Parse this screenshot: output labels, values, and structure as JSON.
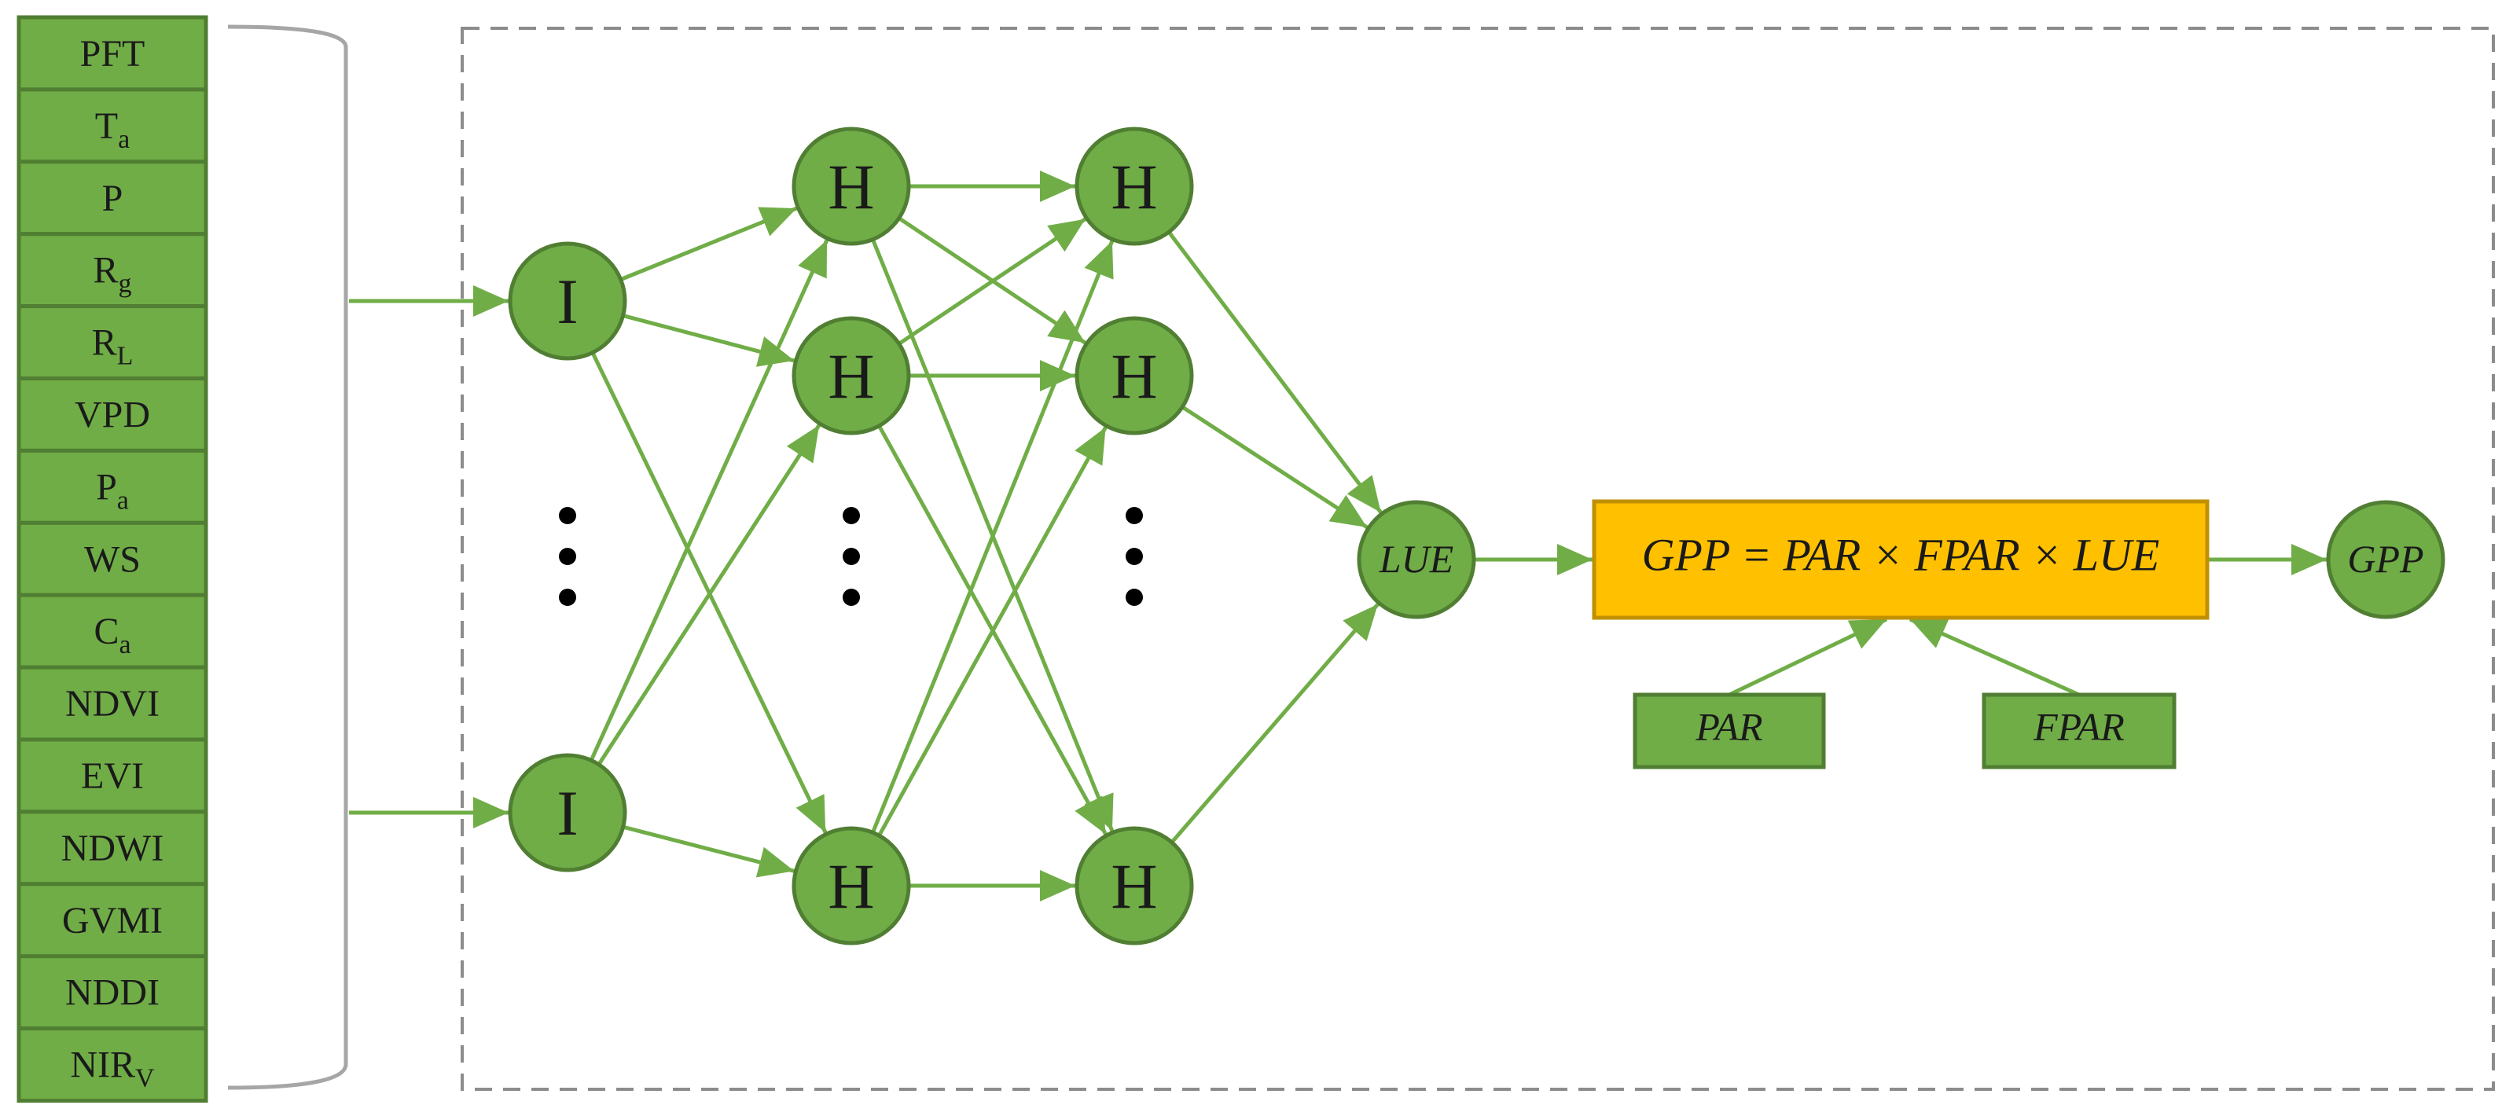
{
  "inputs": [
    {
      "base": "PFT",
      "sub": ""
    },
    {
      "base": "T",
      "sub": "a"
    },
    {
      "base": "P",
      "sub": ""
    },
    {
      "base": "R",
      "sub": "g"
    },
    {
      "base": "R",
      "sub": "L"
    },
    {
      "base": "VPD",
      "sub": ""
    },
    {
      "base": "P",
      "sub": "a"
    },
    {
      "base": "WS",
      "sub": ""
    },
    {
      "base": "C",
      "sub": "a"
    },
    {
      "base": "NDVI",
      "sub": ""
    },
    {
      "base": "EVI",
      "sub": ""
    },
    {
      "base": "NDWI",
      "sub": ""
    },
    {
      "base": "GVMI",
      "sub": ""
    },
    {
      "base": "NDDI",
      "sub": ""
    },
    {
      "base": "NIR",
      "sub": "V"
    }
  ],
  "nodes": {
    "input_label": "I",
    "hidden_label": "H",
    "lue_label": "LUE",
    "gpp_label": "GPP"
  },
  "formula": "GPP = PAR × FPAR × LUE",
  "par_label": "PAR",
  "fpar_label": "FPAR",
  "colors": {
    "green_fill": "#70AD47",
    "green_stroke": "#507E32",
    "formula_fill": "#FFC000",
    "formula_stroke": "#C09000",
    "dashed_border": "#8C8C8C",
    "bracket": "#A6A6A6"
  }
}
